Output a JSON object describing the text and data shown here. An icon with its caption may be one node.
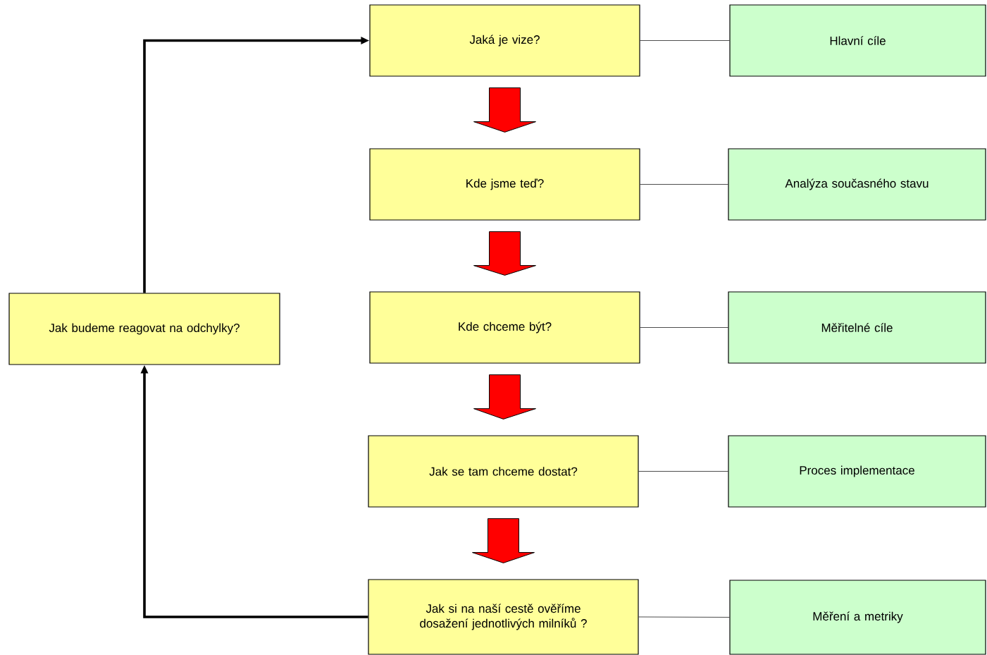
{
  "diagram": {
    "nodes": [
      {
        "text": [
          "Jaká je vize?"
        ]
      },
      {
        "text": [
          "Hlavní cíle"
        ]
      },
      {
        "text": [
          "Kde jsme teď?"
        ]
      },
      {
        "text": [
          "Analýza současného stavu"
        ]
      },
      {
        "text": [
          "Kde chceme být?"
        ]
      },
      {
        "text": [
          "Měřitelné cíle"
        ]
      },
      {
        "text": [
          "Jak se tam chceme dostat?"
        ]
      },
      {
        "text": [
          "Proces implementace"
        ]
      },
      {
        "text": [
          "Jak si na naší cestě ověříme dosažení jednotlivých milníků ?"
        ]
      },
      {
        "text": [
          "Měření a metriky"
        ]
      },
      {
        "text": [
          "Jak budeme reagovat na odchylky?"
        ]
      }
    ],
    "edges": [
      {
        "from": 0,
        "to": 1,
        "arrow": "none"
      },
      {
        "from": 2,
        "to": 3,
        "arrow": "none"
      },
      {
        "from": 4,
        "to": 5,
        "arrow": "none"
      },
      {
        "from": 6,
        "to": 7,
        "arrow": "none"
      },
      {
        "from": 8,
        "to": 9,
        "arrow": "none"
      },
      {
        "from": 0,
        "to": 2,
        "arrow": "to",
        "color": "#ff0000"
      },
      {
        "from": 2,
        "to": 4,
        "arrow": "to",
        "color": "#ff0000"
      },
      {
        "from": 4,
        "to": 6,
        "arrow": "to",
        "color": "#ff0000"
      },
      {
        "from": 6,
        "to": 8,
        "arrow": "to",
        "color": "#ff0000"
      },
      {
        "from": 8,
        "to": 10,
        "arrow": "to",
        "style": "thick"
      },
      {
        "from": 10,
        "to": 0,
        "arrow": "to",
        "style": "thick"
      }
    ]
  }
}
